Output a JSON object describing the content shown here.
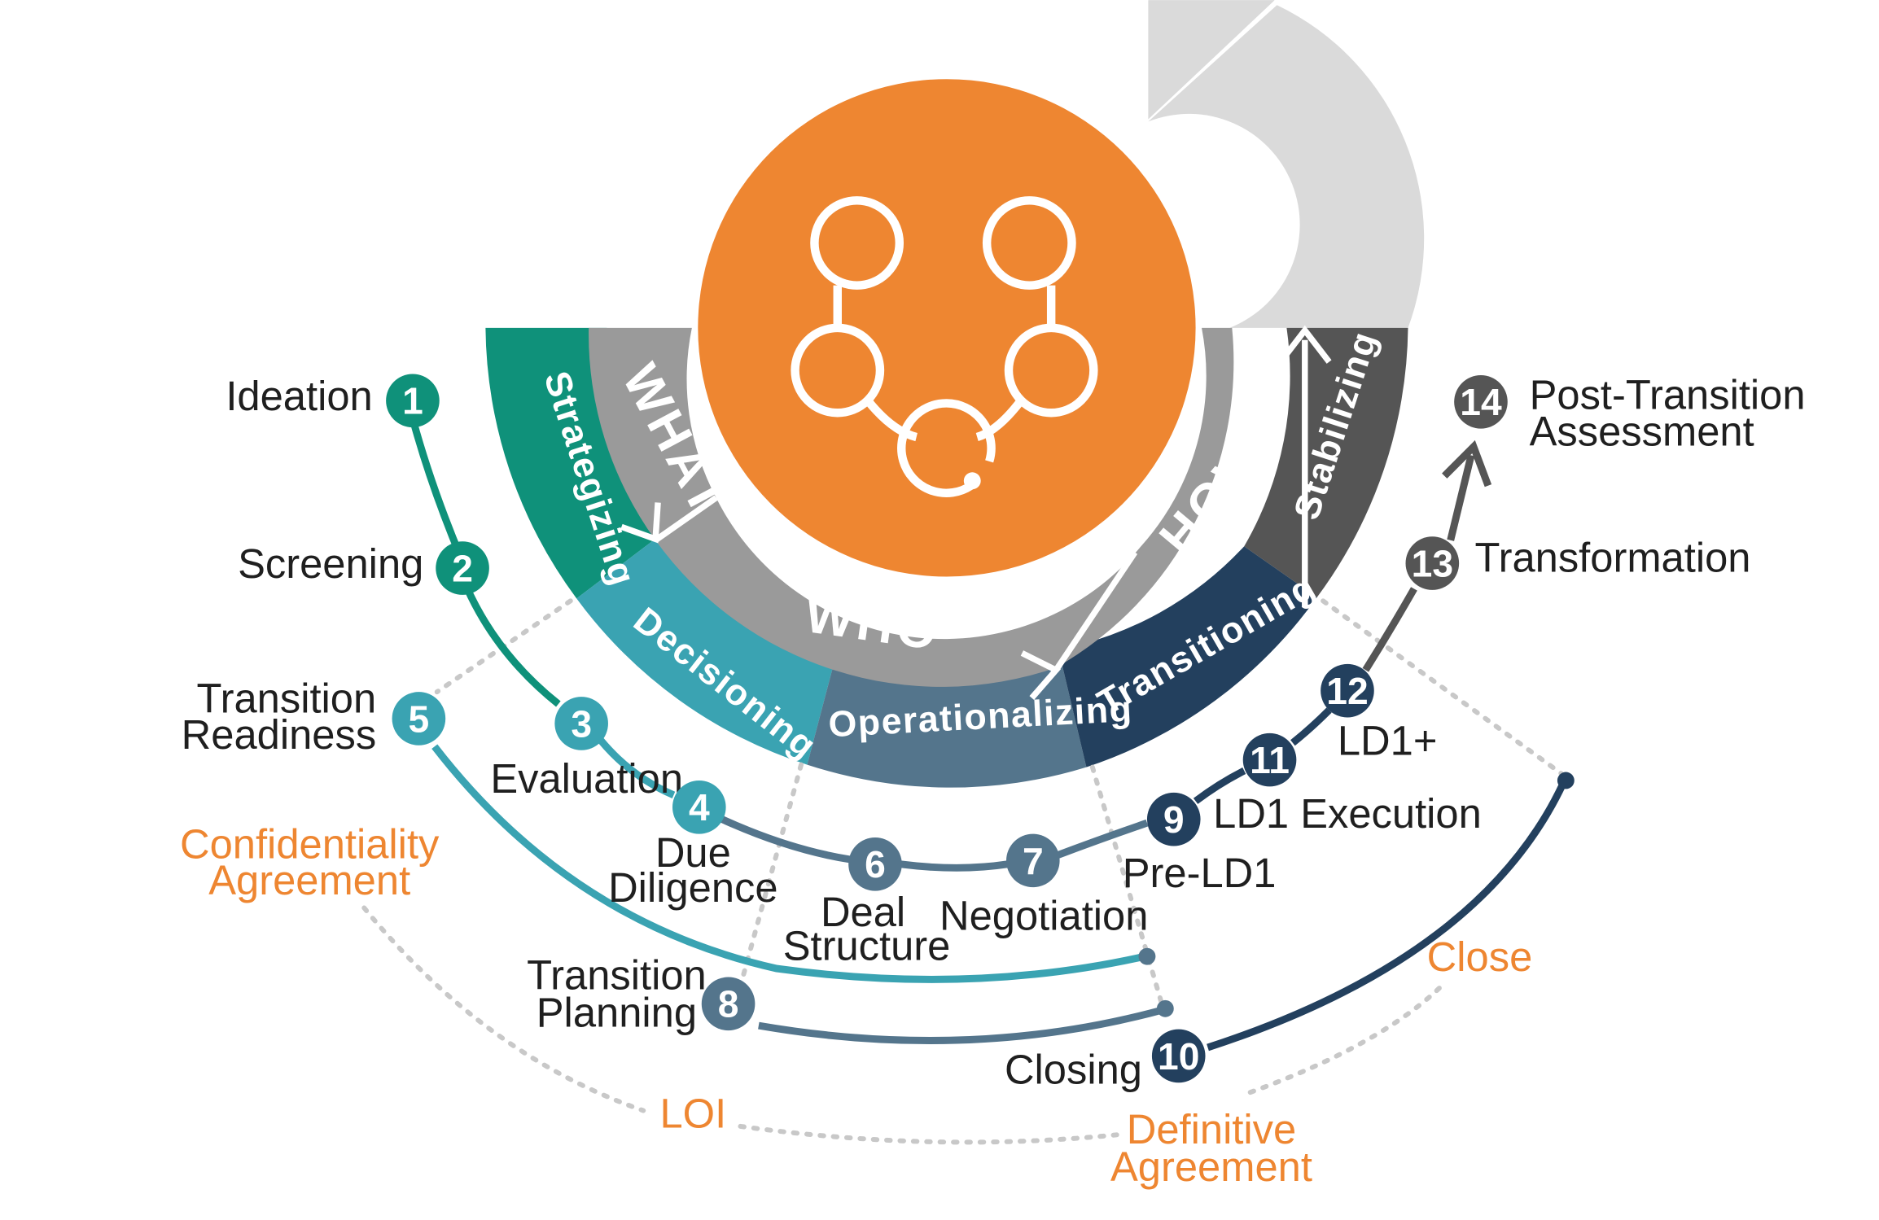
{
  "phases": {
    "inner": [
      "WHAT",
      "WHO",
      "HOW"
    ],
    "outer": [
      "Strategizing",
      "Decisioning",
      "Operationalizing",
      "Transitioning",
      "Stabilizing"
    ]
  },
  "steps": [
    {
      "num": "1",
      "label": [
        "Ideation"
      ],
      "color": "#0f917a"
    },
    {
      "num": "2",
      "label": [
        "Screening"
      ],
      "color": "#0f917a"
    },
    {
      "num": "3",
      "label": [
        "Evaluation"
      ],
      "color": "#3aa3b2"
    },
    {
      "num": "4",
      "label": [
        "Due",
        "Diligence"
      ],
      "color": "#3aa3b2"
    },
    {
      "num": "5",
      "label": [
        "Transition",
        "Readiness"
      ],
      "color": "#3aa3b2"
    },
    {
      "num": "6",
      "label": [
        "Deal",
        "Structure"
      ],
      "color": "#54758c"
    },
    {
      "num": "7",
      "label": [
        "Negotiation"
      ],
      "color": "#54758c"
    },
    {
      "num": "8",
      "label": [
        "Transition",
        "Planning"
      ],
      "color": "#54758c"
    },
    {
      "num": "9",
      "label": [
        "Pre-LD1"
      ],
      "color": "#23405e"
    },
    {
      "num": "10",
      "label": [
        "Closing"
      ],
      "color": "#23405e"
    },
    {
      "num": "11",
      "label": [
        "LD1 Execution"
      ],
      "color": "#23405e"
    },
    {
      "num": "12",
      "label": [
        "LD1+"
      ],
      "color": "#23405e"
    },
    {
      "num": "13",
      "label": [
        "Transformation"
      ],
      "color": "#555555"
    },
    {
      "num": "14",
      "label": [
        "Post-Transition",
        "Assessment"
      ],
      "color": "#555555"
    }
  ],
  "milestones": [
    {
      "label": [
        "Confidentiality",
        "Agreement"
      ]
    },
    {
      "label": [
        "LOI"
      ]
    },
    {
      "label": [
        "Definitive",
        "Agreement"
      ]
    },
    {
      "label": [
        "Close"
      ]
    }
  ],
  "colors": {
    "orange": "#ee8631",
    "teal": "#0f917a",
    "light_teal": "#3aa3b2",
    "slate": "#54758c",
    "navy": "#23405e",
    "dark_gray": "#555555",
    "mid_gray": "#9a9a9a",
    "light_gray": "#dadada"
  },
  "icons": [
    "molecule-network-icon"
  ]
}
